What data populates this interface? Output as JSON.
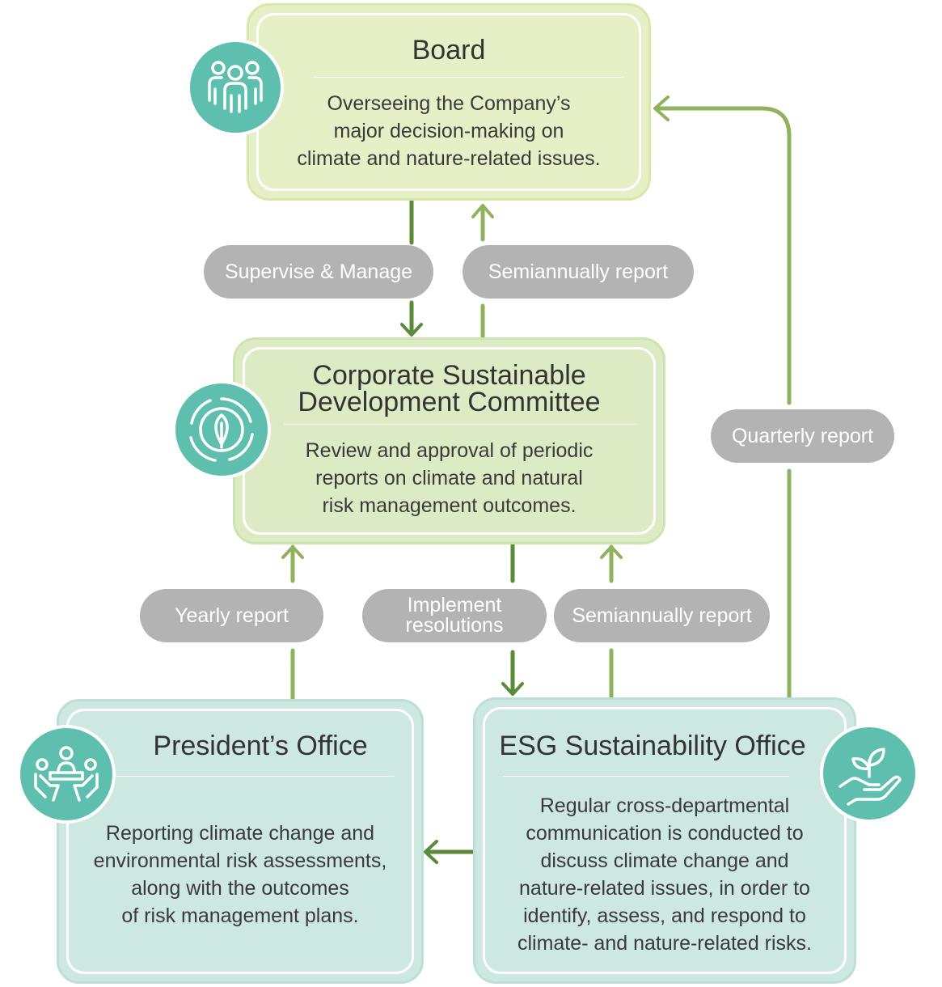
{
  "board": {
    "title": "Board",
    "description": "Overseeing the Company’s major decision-making on climate and nature-related issues.",
    "lines": [
      "Overseeing the Company’s",
      "major decision-making on",
      "climate and nature-related issues."
    ]
  },
  "committee": {
    "title_lines": [
      "Corporate Sustainable",
      "Development Committee"
    ],
    "lines": [
      "Review and approval of periodic",
      "reports on climate and natural",
      "risk management outcomes."
    ]
  },
  "presidents_office": {
    "title": "President’s Office",
    "lines": [
      "Reporting climate change and",
      "environmental risk assessments,",
      "along with the outcomes",
      "of risk management plans."
    ]
  },
  "esg_office": {
    "title": "ESG Sustainability Office",
    "lines": [
      "Regular cross-departmental",
      "communication is conducted to",
      "discuss climate change and",
      "nature-related issues, in order to",
      "identify, assess, and respond to",
      "climate- and nature-related risks."
    ]
  },
  "connectors": {
    "supervise_manage": "Supervise & Manage",
    "board_semiannual": "Semiannually report",
    "quarterly": "Quarterly report",
    "yearly": "Yearly report",
    "implement_lines": [
      "Implement",
      "resolutions"
    ],
    "esg_semiannual": "Semiannually report"
  },
  "icons": {
    "board": "people-group-icon",
    "committee": "leaf-cycle-icon",
    "presidents_office": "meeting-table-icon",
    "esg_office": "hand-plant-icon"
  },
  "colors": {
    "arrow_dark": "#5a8a3a",
    "arrow_light": "#8fb35c",
    "badge": "#5fbfaf",
    "pill": "#b3b3b3",
    "board_fill": "#e6f0c6",
    "committee_fill": "#ddebc5",
    "office_fill": "#cde7e1"
  }
}
